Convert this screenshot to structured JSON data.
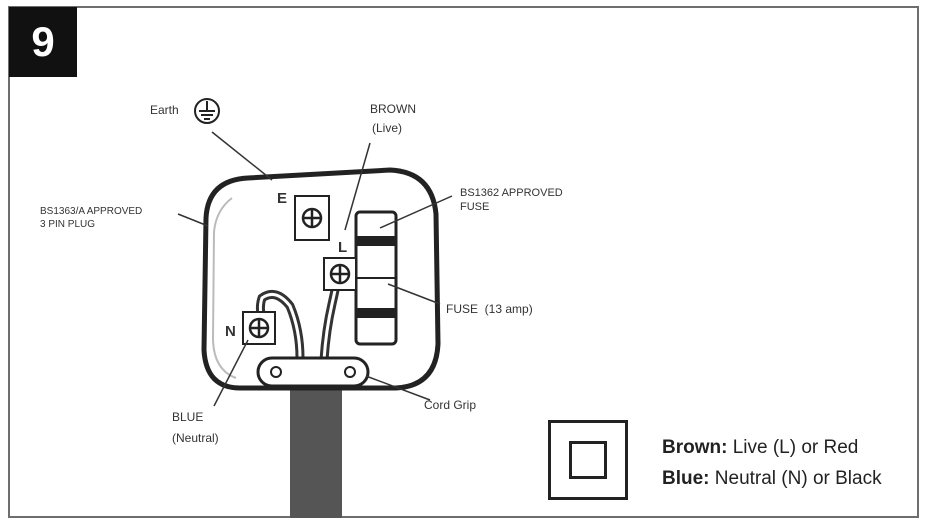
{
  "step_number": "9",
  "labels": {
    "earth": "Earth",
    "brown": "BROWN",
    "brown_sub": "(Live)",
    "plug_line1": "BS1363/A APPROVED",
    "plug_line2": "3 PIN PLUG",
    "fuse_std_line1": "BS1362 APPROVED",
    "fuse_std_line2": "FUSE",
    "fuse_rating": "FUSE  (13 amp)",
    "blue": "BLUE",
    "blue_sub": "(Neutral)",
    "cord_grip": "Cord Grip",
    "terminal_e": "E",
    "terminal_l": "L",
    "terminal_n": "N"
  },
  "legend": {
    "brown_key": "Brown:",
    "brown_value": " Live (L) or Red",
    "blue_key": "Blue:",
    "blue_value": " Neutral (N) or Black"
  },
  "icons": {
    "earth_symbol": "earth-ground-icon",
    "double_insulation": "double-insulation-icon"
  }
}
